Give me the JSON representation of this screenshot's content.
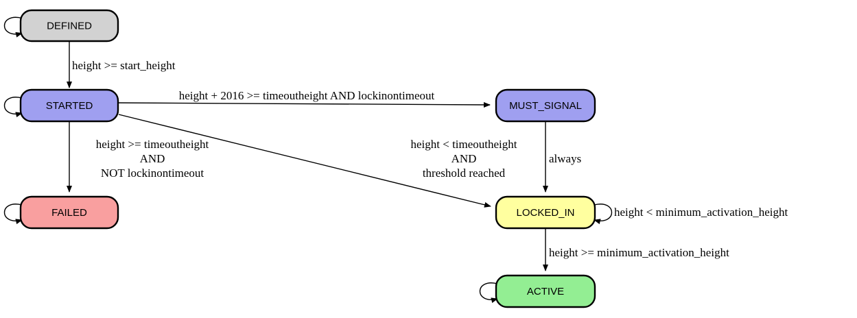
{
  "states": {
    "defined": {
      "label": "DEFINED",
      "fill": "#d2d2d2"
    },
    "started": {
      "label": "STARTED",
      "fill": "#9f9ff0"
    },
    "must_signal": {
      "label": "MUST_SIGNAL",
      "fill": "#9f9ff0"
    },
    "failed": {
      "label": "FAILED",
      "fill": "#f99f9f"
    },
    "locked_in": {
      "label": "LOCKED_IN",
      "fill": "#ffff9f"
    },
    "active": {
      "label": "ACTIVE",
      "fill": "#93ee93"
    }
  },
  "edges": {
    "defined_to_started": {
      "label": "height >= start_height"
    },
    "started_to_must_signal": {
      "label": "height + 2016 >= timeoutheight AND lockinontimeout"
    },
    "started_to_failed": {
      "lines": [
        "height >= timeoutheight",
        "AND",
        "NOT lockinontimeout"
      ]
    },
    "started_to_locked_in": {
      "lines": [
        "height < timeoutheight",
        "AND",
        "threshold reached"
      ]
    },
    "must_signal_to_locked_in": {
      "label": "always"
    },
    "locked_in_self": {
      "label": "height < minimum_activation_height"
    },
    "locked_in_to_active": {
      "label": "height >= minimum_activation_height"
    }
  }
}
